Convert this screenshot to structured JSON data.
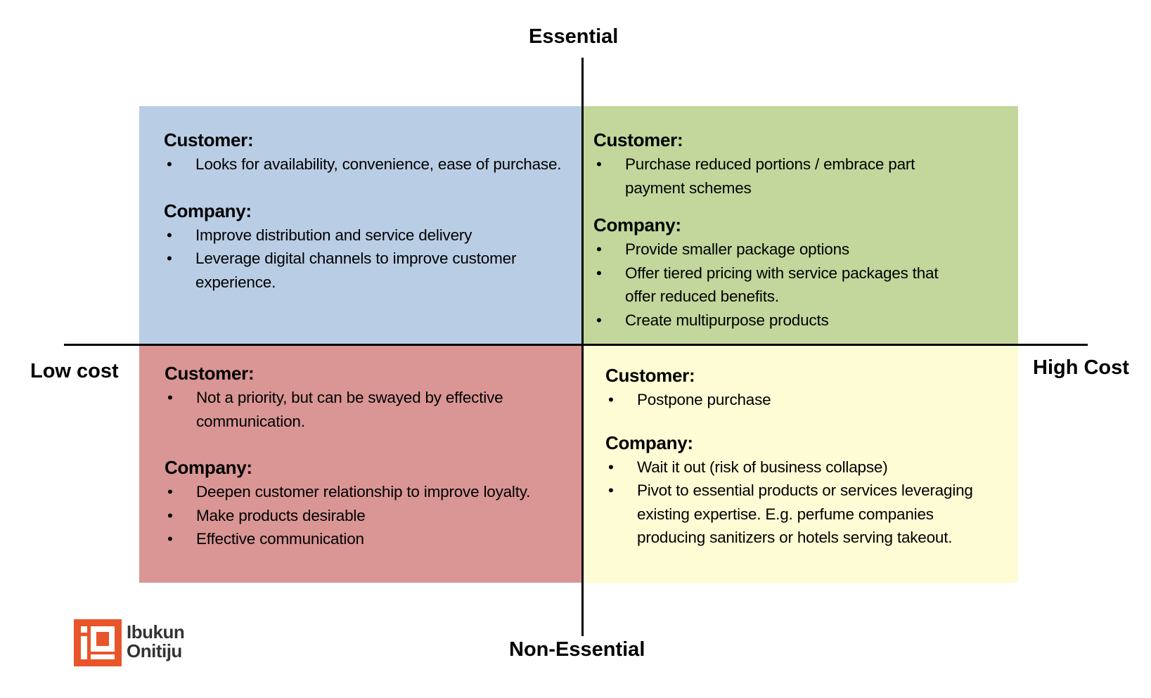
{
  "axes": {
    "top": "Essential",
    "bottom": "Non-Essential",
    "left": "Low cost",
    "right": "High Cost"
  },
  "colors": {
    "top_left": "#b9cde5",
    "top_right": "#c3d69b",
    "bottom_left": "#d99694",
    "bottom_right": "#fdfcd4",
    "logo": "#e8552a"
  },
  "quadrants": {
    "top_left": {
      "customer_heading": "Customer:",
      "customer_items": [
        "Looks for availability, convenience, ease of purchase."
      ],
      "company_heading": "Company:",
      "company_items": [
        "Improve distribution and service delivery",
        "Leverage digital channels to improve customer experience."
      ]
    },
    "top_right": {
      "customer_heading": "Customer:",
      "customer_items": [
        "Purchase reduced portions / embrace part payment schemes"
      ],
      "company_heading": "Company:",
      "company_items": [
        "Provide smaller package options",
        "Offer tiered pricing with service packages that offer reduced benefits.",
        "Create multipurpose products"
      ]
    },
    "bottom_left": {
      "customer_heading": "Customer:",
      "customer_items": [
        "Not a priority, but can be swayed by effective communication."
      ],
      "company_heading": "Company:",
      "company_items": [
        "Deepen customer relationship to improve loyalty.",
        "Make products desirable",
        "Effective communication"
      ]
    },
    "bottom_right": {
      "customer_heading": "Customer:",
      "customer_items": [
        "Postpone purchase"
      ],
      "company_heading": "Company:",
      "company_items": [
        "Wait it out (risk of business collapse)",
        "Pivot to essential products or services leveraging existing expertise. E.g. perfume companies producing sanitizers or hotels serving takeout."
      ]
    }
  },
  "logo": {
    "line1": "Ibukun",
    "line2": "Onitiju"
  }
}
